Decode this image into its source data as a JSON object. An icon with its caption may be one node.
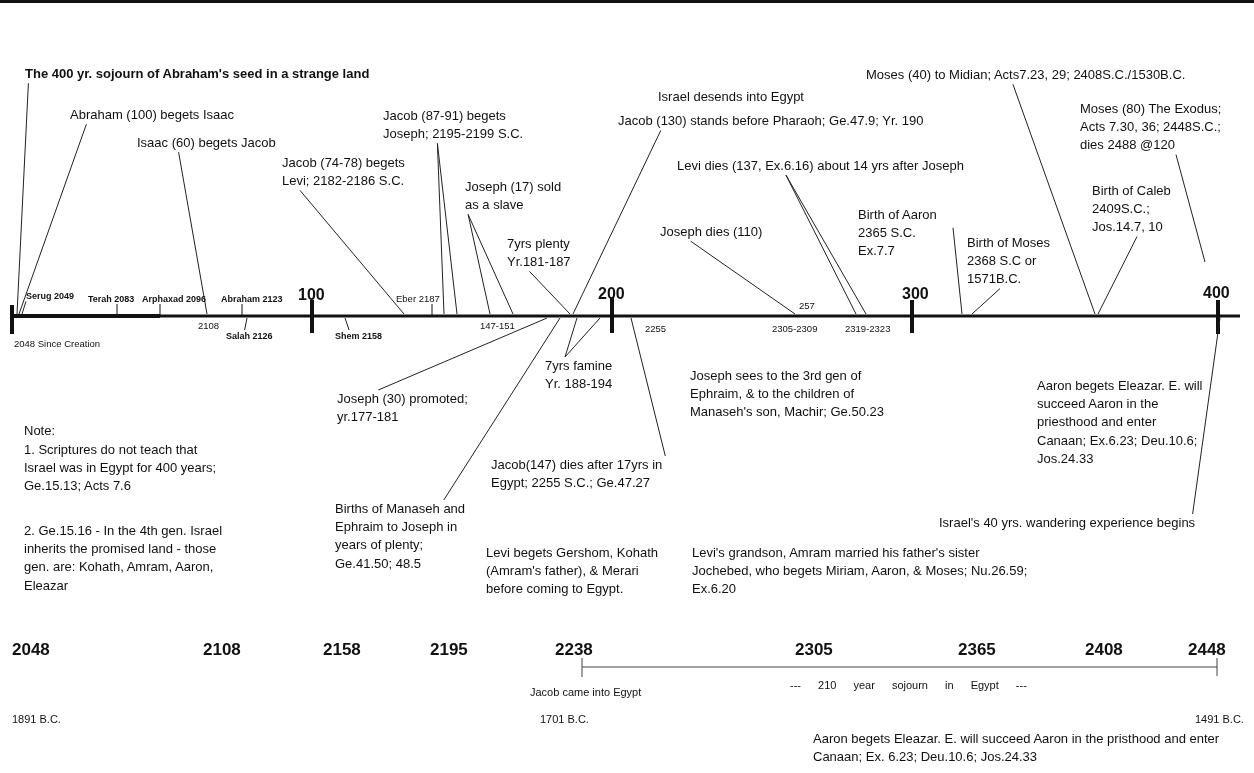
{
  "diagram": {
    "nodes": [
      {
        "text": [
          "The 400 yr. sojourn of Abraham's seed in a strange land"
        ]
      },
      {
        "text": [
          "Abraham (100) begets Isaac"
        ]
      },
      {
        "text": [
          "Isaac (60) begets Jacob"
        ]
      },
      {
        "text": [
          "Jacob (74-78) begets Levi; 2182-2186 S.C."
        ]
      },
      {
        "text": [
          "Jacob (87-91) begets Joseph; 2195-2199 S.C."
        ]
      },
      {
        "text": [
          "Joseph (17) sold as a slave"
        ]
      },
      {
        "text": [
          "7yrs plenty Yr.181-187"
        ]
      },
      {
        "text": [
          "Israel desends into Egypt",
          "Jacob (130) stands before Pharaoh; Ge.47.9; Yr. 190"
        ]
      },
      {
        "text": [
          "Levi dies (137, Ex.6.16) about 14 yrs after Joseph"
        ]
      },
      {
        "text": [
          "Joseph dies (110)"
        ]
      },
      {
        "text": [
          "Birth of Aaron 2365 S.C. Ex.7.7"
        ]
      },
      {
        "text": [
          "Birth of Moses 2368 S.C or 1571B.C."
        ]
      },
      {
        "text": [
          "Moses (40) to Midian; Acts7.23, 29; 2408S.C./1530B.C."
        ]
      },
      {
        "text": [
          "Birth of Caleb 2409S.C.; Jos.14.7, 10"
        ]
      },
      {
        "text": [
          "Moses (80) The Exodus; Acts 7.30, 36; 2448S.C.; dies 2488 @120"
        ]
      },
      {
        "text": [
          "Israel's 40 yrs. wandering experience begins"
        ]
      },
      {
        "text": [
          "Joseph (30) promoted; yr.177-181"
        ]
      },
      {
        "text": [
          "Jacob(147) dies after 17yrs in Egypt; 2255 S.C.; Ge.47.27"
        ]
      },
      {
        "text": [
          "7yrs famine Yr. 188-194"
        ]
      },
      {
        "text": [
          "Births of Manaseh and Ephraim to Joseph in years of plenty; Ge.41.50; 48.5"
        ]
      },
      {
        "text": [
          "Serug 2049"
        ]
      },
      {
        "text": [
          "Salah 2126"
        ]
      },
      {
        "text": [
          "Shem 2158"
        ]
      },
      {
        "text": [],
        "shape": "bar"
      }
    ],
    "edges": [
      {
        "from": 0,
        "to": 23,
        "arrow": "none"
      },
      {
        "from": 1,
        "to": 23,
        "arrow": "none"
      },
      {
        "from": 2,
        "to": 23,
        "arrow": "none"
      },
      {
        "from": 3,
        "to": 23,
        "arrow": "none"
      },
      {
        "from": 4,
        "to": 23,
        "arrow": "none"
      },
      {
        "from": 4,
        "to": 23,
        "arrow": "none"
      },
      {
        "from": 5,
        "to": 23,
        "arrow": "none"
      },
      {
        "from": 5,
        "to": 23,
        "arrow": "none"
      },
      {
        "from": 6,
        "to": 23,
        "arrow": "none"
      },
      {
        "from": 7,
        "to": 23,
        "arrow": "none"
      },
      {
        "from": 8,
        "to": 23,
        "arrow": "none"
      },
      {
        "from": 8,
        "to": 23,
        "arrow": "none"
      },
      {
        "from": 9,
        "to": 23,
        "arrow": "none"
      },
      {
        "from": 10,
        "to": 23,
        "arrow": "none"
      },
      {
        "from": 11,
        "to": 23,
        "arrow": "none"
      },
      {
        "from": 12,
        "to": 23,
        "arrow": "none"
      },
      {
        "from": 13,
        "to": 23,
        "arrow": "none"
      },
      {
        "from": 14,
        "to": null,
        "arrow": "none"
      },
      {
        "from": 15,
        "to": 23,
        "arrow": "none"
      },
      {
        "from": 16,
        "to": 23,
        "arrow": "none"
      },
      {
        "from": 17,
        "to": 23,
        "arrow": "none"
      },
      {
        "from": 18,
        "to": 23,
        "arrow": "none"
      },
      {
        "from": 18,
        "to": 23,
        "arrow": "none"
      },
      {
        "from": 19,
        "to": 23,
        "arrow": "none"
      },
      {
        "from": 20,
        "to": 23,
        "arrow": "none"
      },
      {
        "from": 21,
        "to": 23,
        "arrow": "none"
      },
      {
        "from": 22,
        "to": 23,
        "arrow": "none"
      }
    ],
    "labels": [
      "Terah 2083",
      "Arphaxad 2096",
      "Abraham 2123",
      "100",
      "Eber 2187",
      "200",
      "257",
      "300",
      "400",
      "2048 Since Creation",
      "2108",
      "147-151",
      "2255",
      "2305-2309",
      "2319-2323",
      "Joseph sees to the 3rd gen of Ephraim, & to the children of Manaseh's son, Machir; Ge.50.23",
      "Aaron begets Eleazar. E. will succeed Aaron in the priesthood and enter Canaan; Ex.6.23; Deu.10.6; Jos.24.33",
      "Note:",
      "1. Scriptures do not teach that Israel was in Egypt for 400 years; Ge.15.13; Acts 7.6",
      "2. Ge.15.16 - In the 4th gen. Israel inherits the promised land - those gen. are: Kohath, Amram, Aaron, Eleazar",
      "Levi begets Gershom, Kohath (Amram's father), & Merari before coming to Egypt.",
      "Levi's grandson, Amram married his father's sister Jochebed, who begets Miriam, Aaron, & Moses; Nu.26.59; Ex.6.20",
      "2048",
      "2108",
      "2158",
      "2195",
      "2238",
      "2305",
      "2365",
      "2408",
      "2448",
      "Jacob came into Egypt",
      "--- 210 year sojourn in Egypt ---",
      "1891 B.C.",
      "1701 B.C.",
      "1491 B.C.",
      "Aaron begets Eleazar. E. will succeed Aaron in the pristhood and enter Canaan; Ex. 6.23; Deu.10.6; Jos.24.33"
    ]
  }
}
